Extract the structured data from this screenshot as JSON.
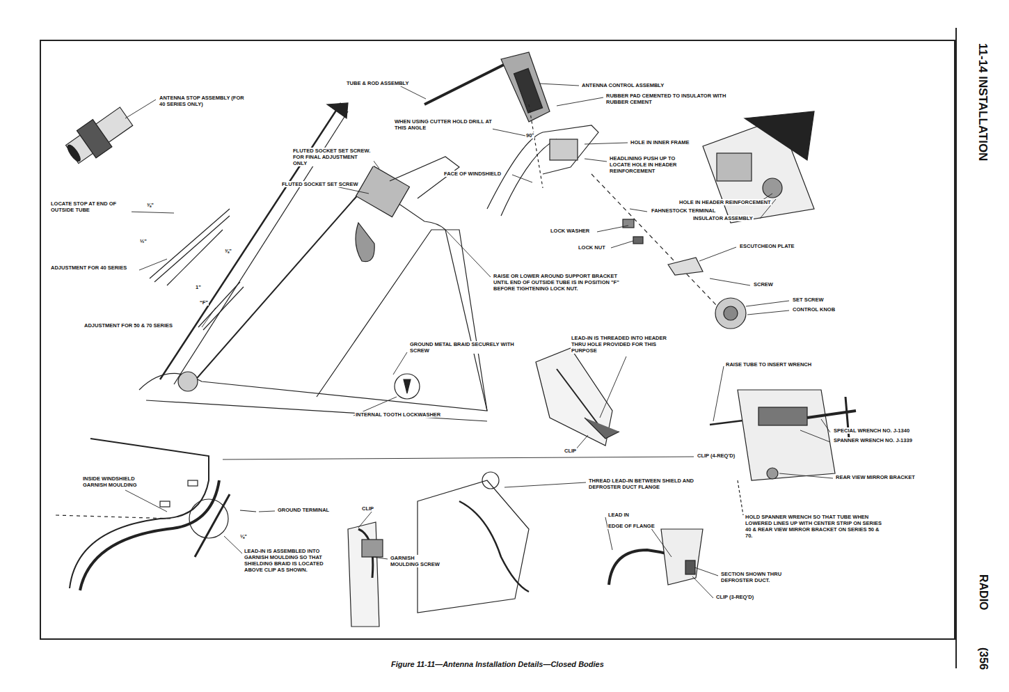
{
  "diagram": {
    "caption": "Figure 11-11—Antenna Installation Details—Closed Bodies",
    "labels": [
      "ANTENNA STOP ASSEMBLY (FOR 40 SERIES ONLY)",
      "TUBE & ROD ASSEMBLY",
      "ANTENNA CONTROL ASSEMBLY",
      "RUBBER PAD CEMENTED TO INSULATOR WITH RUBBER CEMENT",
      "WHEN USING CUTTER HOLD DRILL AT THIS ANGLE",
      "90°",
      "FLUTED SOCKET SET SCREW. FOR FINAL ADJUSTMENT ONLY",
      "FLUTED SOCKET SET SCREW",
      "FACE OF WINDSHIELD",
      "HOLE IN INNER FRAME",
      "HEADLINING PUSH UP TO LOCATE HOLE IN HEADER REINFORCEMENT",
      "HOLE IN HEADER REINFORCEMENT",
      "FAHNESTOCK TERMINAL",
      "INSULATOR ASSEMBLY",
      "LOCATE STOP AT END OF OUTSIDE TUBE",
      "⅜\"",
      "½\"",
      "⅜\"",
      "ADJUSTMENT FOR 40 SERIES",
      "1\"",
      "“F”",
      "ADJUSTMENT FOR 50 & 70 SERIES",
      "LOCK WASHER",
      "LOCK NUT",
      "ESCUTCHEON PLATE",
      "RAISE OR LOWER AROUND SUPPORT BRACKET UNTIL END OF OUTSIDE TUBE IS IN POSITION \"F\" BEFORE TIGHTENING LOCK NUT.",
      "SCREW",
      "SET SCREW",
      "CONTROL KNOB",
      "GROUND METAL BRAID SECURELY WITH SCREW",
      "LEAD-IN IS THREADED INTO HEADER THRU HOLE PROVIDED FOR THIS PURPOSE",
      "RAISE TUBE TO INSERT WRENCH",
      "INTERNAL TOOTH LOCKWASHER",
      "CLIP",
      "CLIP (4-REQ'D)",
      "SPECIAL WRENCH NO. J-1340",
      "SPANNER WRENCH NO. J-1339",
      "REAR VIEW MIRROR BRACKET",
      "INSIDE WINDSHIELD GARNISH MOULDING",
      "THREAD LEAD-IN BETWEEN SHIELD AND DEFROSTER DUCT FLANGE",
      "GROUND TERMINAL",
      "CLIP",
      "LEAD IN",
      "EDGE OF FLANGE",
      "⅛\"",
      "LEAD-IN IS ASSEMBLED INTO GARNISH MOULDING SO THAT SHIELDING BRAID IS LOCATED ABOVE CLIP AS SHOWN.",
      "GARNISH MOULDING SCREW",
      "HOLD SPANNER WRENCH SO THAT TUBE WHEN LOWERED LINES UP WITH CENTER STRIP ON SERIES 40 & REAR VIEW MIRROR BRACKET ON SERIES 50 & 70.",
      "SECTION SHOWN THRU DEFROSTER DUCT.",
      "CLIP (3-REQ'D)",
      "11-14 INSTALLATION",
      "RADIO",
      "(356"
    ]
  }
}
